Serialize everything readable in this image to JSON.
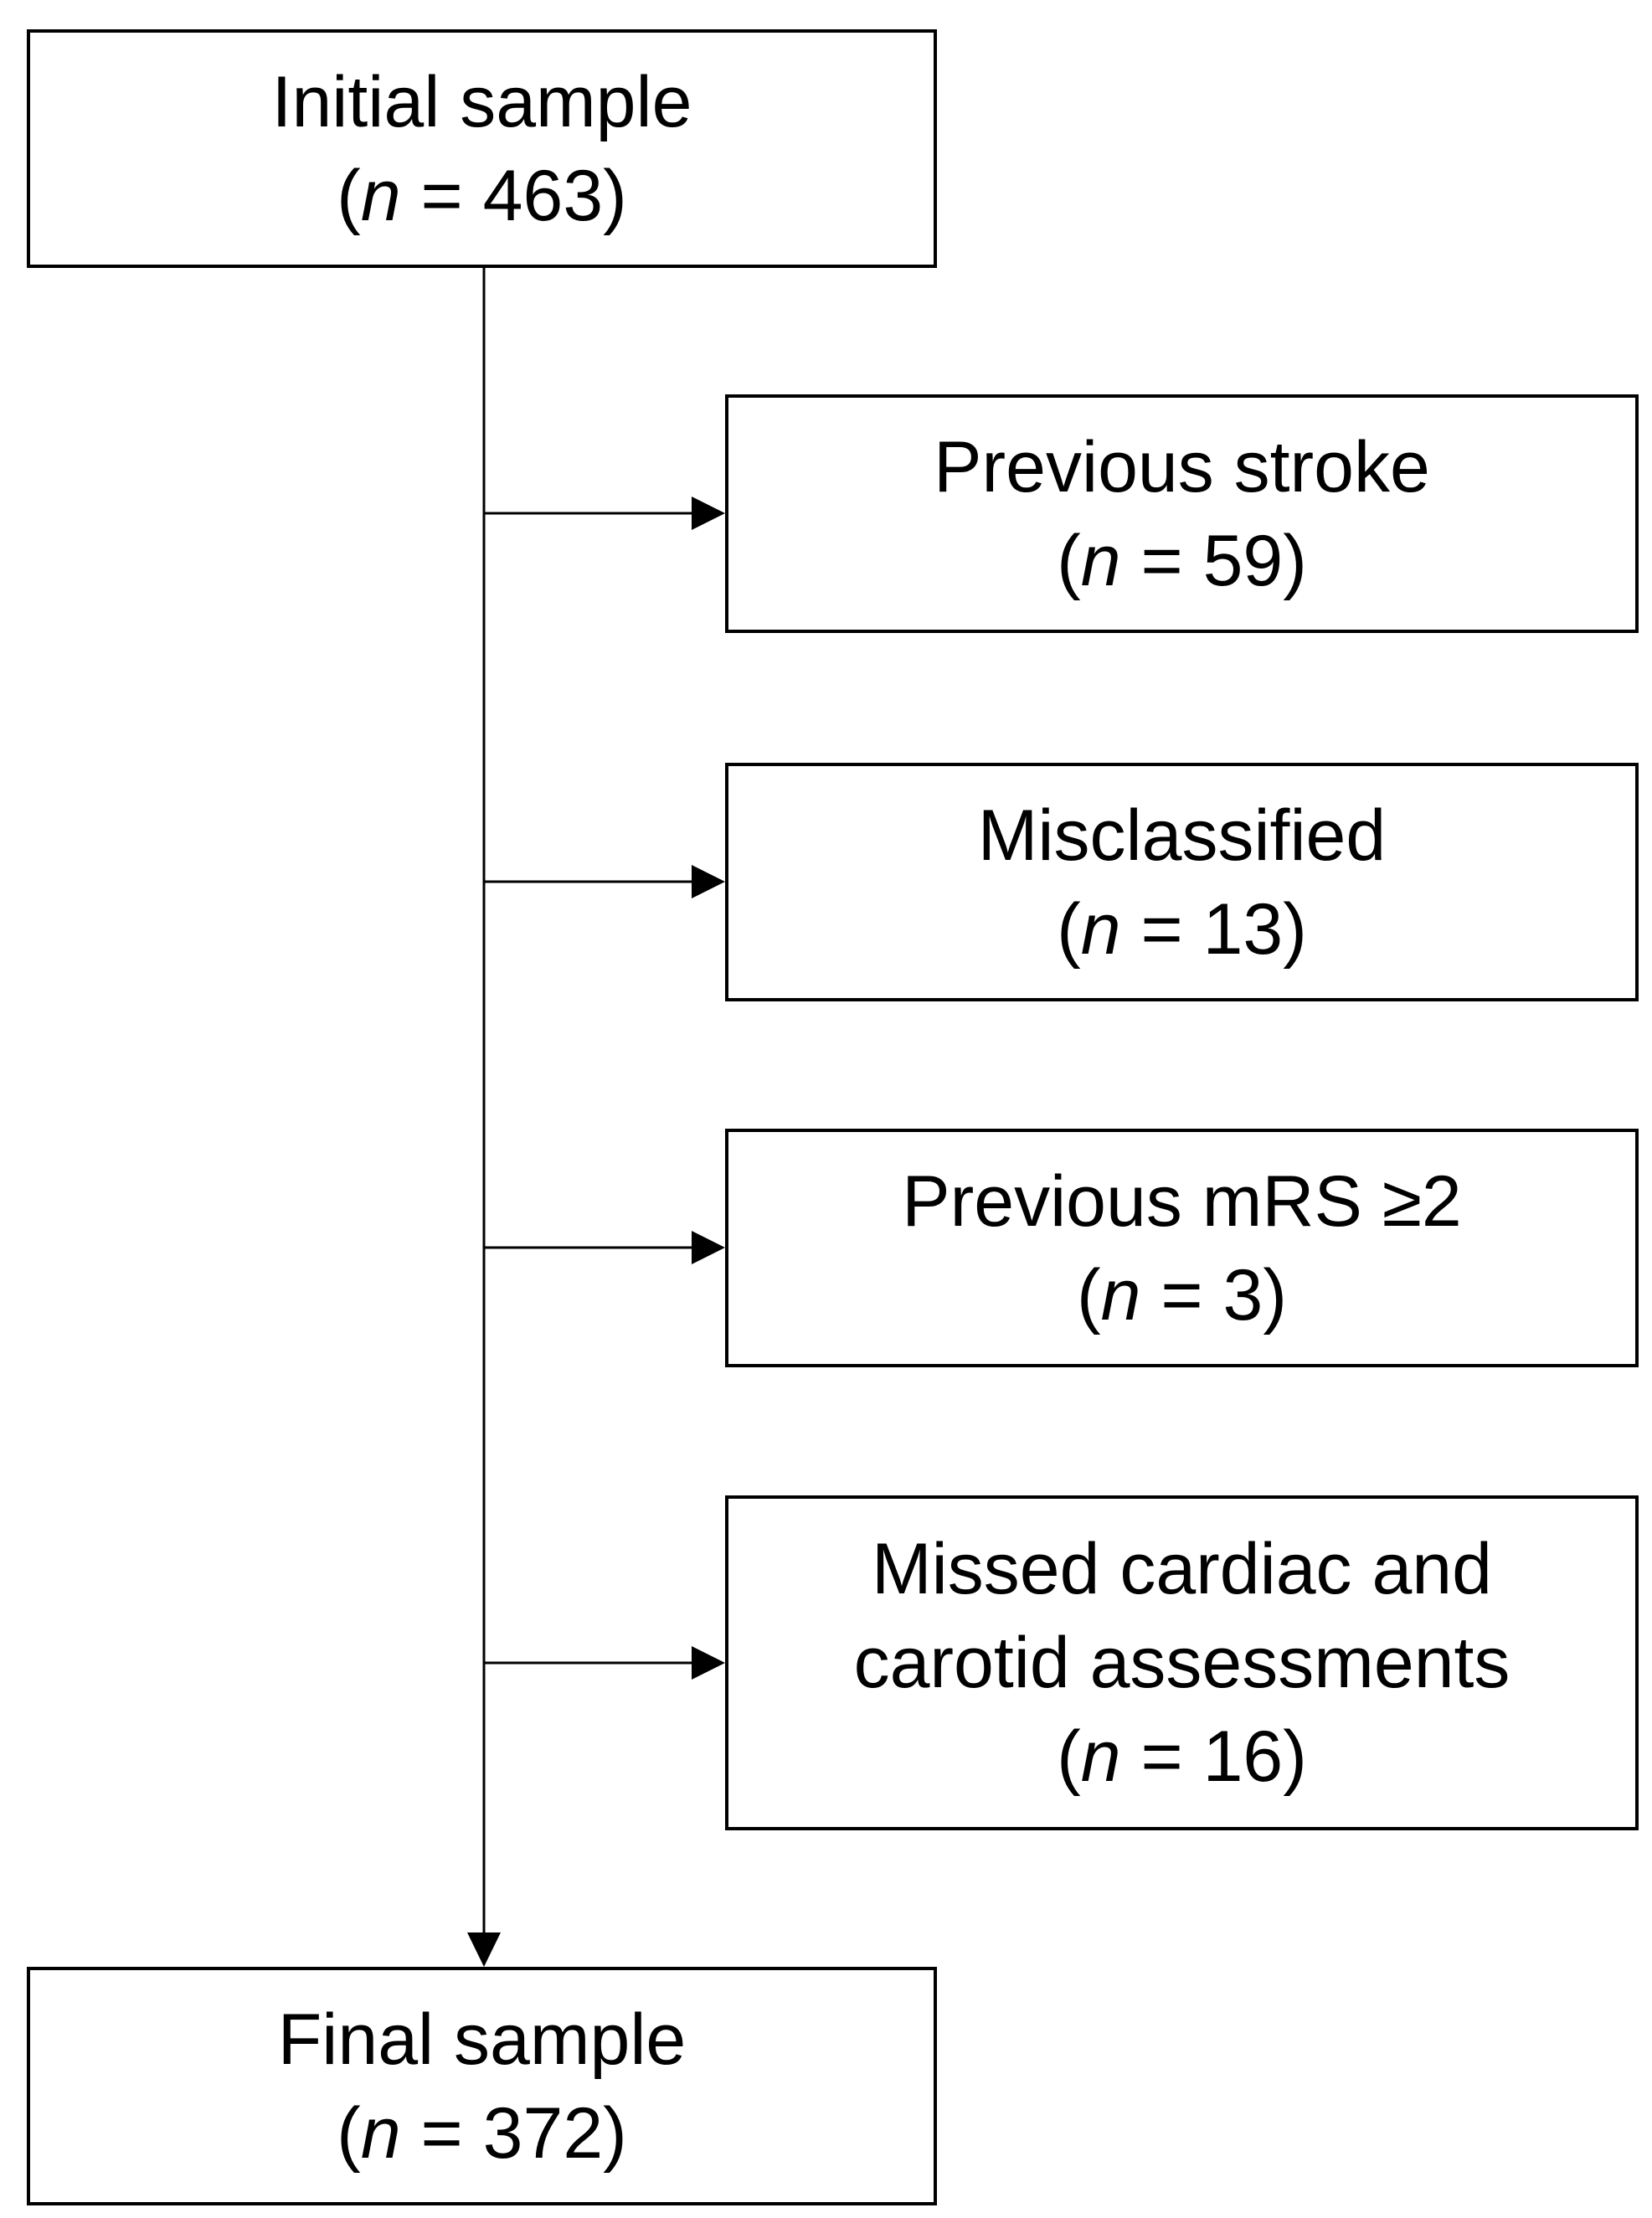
{
  "flowchart": {
    "initial": {
      "label": "Initial sample",
      "count": "463"
    },
    "exclusions": [
      {
        "lines": [
          "Previous stroke"
        ],
        "count": "59"
      },
      {
        "lines": [
          "Misclassified"
        ],
        "count": "13"
      },
      {
        "lines": [
          "Previous mRS ≥2"
        ],
        "count": "3"
      },
      {
        "lines": [
          "Missed cardiac and",
          "carotid assessments"
        ],
        "count": "16"
      }
    ],
    "final": {
      "label": "Final sample",
      "count": "372"
    },
    "n_symbol": "n",
    "equals": " = ",
    "open_paren": "(",
    "close_paren": ")"
  }
}
